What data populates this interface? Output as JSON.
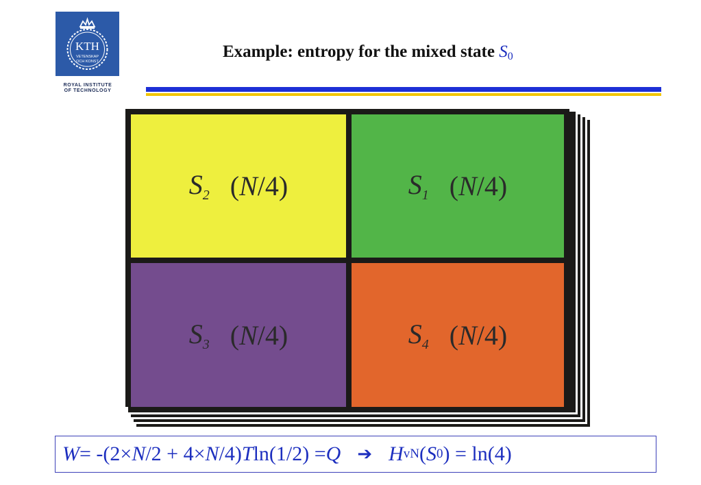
{
  "logo": {
    "text": "KTH",
    "line1": "VETENSKAP",
    "line2": "OCH KONST",
    "institution_line1": "ROYAL INSTITUTE",
    "institution_line2": "OF TECHNOLOGY",
    "brand_color": "#2c5aa8"
  },
  "title": {
    "text": "Example: entropy for the mixed state ",
    "symbol": "S",
    "subscript": "0"
  },
  "colors": {
    "rule_blue": "#1d2fd6",
    "rule_yellow": "#f2c500",
    "text_blue": "#1d2fbf"
  },
  "quadrants": [
    {
      "position": "top-left",
      "symbol": "S",
      "subscript": "2",
      "open": "(",
      "var": "N",
      "rest": "/4)",
      "color": "#eeef3e"
    },
    {
      "position": "top-right",
      "symbol": "S",
      "subscript": "1",
      "open": "(",
      "var": "N",
      "rest": "/4)",
      "color": "#52b548"
    },
    {
      "position": "bottom-left",
      "symbol": "S",
      "subscript": "3",
      "open": "(",
      "var": "N",
      "rest": "/4)",
      "color": "#744c8e"
    },
    {
      "position": "bottom-right",
      "symbol": "S",
      "subscript": "4",
      "open": "(",
      "var": "N",
      "rest": "/4)",
      "color": "#e2662c"
    }
  ],
  "formula": {
    "w": "W",
    "p1": " = -(2×",
    "n1": "N",
    "p2": "/2 + 4×",
    "n2": "N",
    "p3": "/4) ",
    "t": "T",
    "p4": " ln(1/2) = ",
    "q": "Q",
    "arrow": "➔",
    "h": "H",
    "h_sub": "vN",
    "p5": "(",
    "s": "S",
    "s_sub": "0",
    "p6": ") = ln(4)"
  }
}
